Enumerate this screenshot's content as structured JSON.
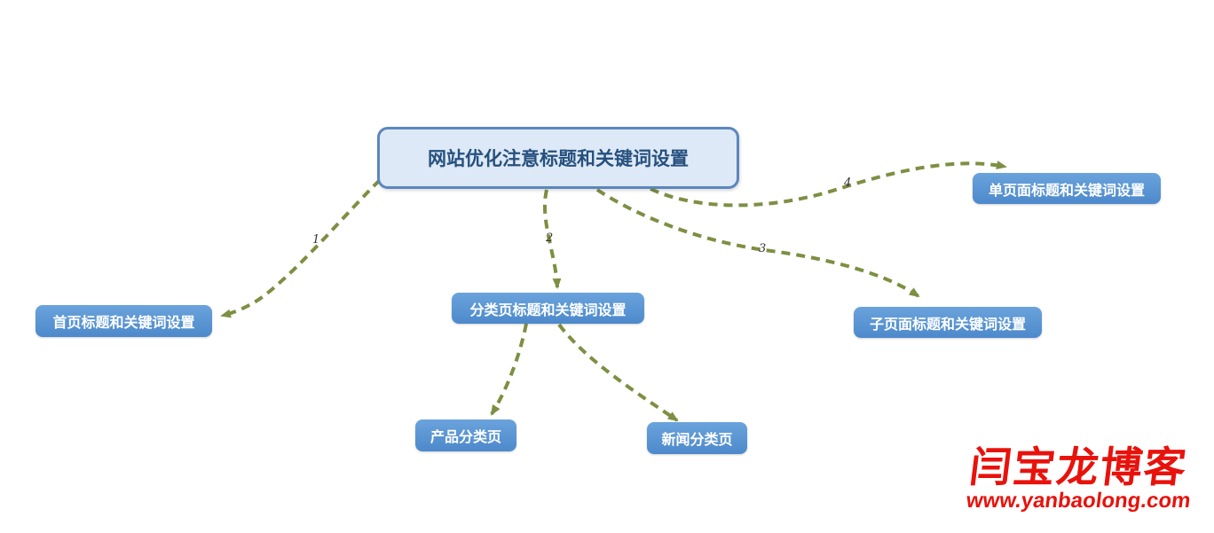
{
  "diagram": {
    "title": "网站优化注意标题和关键词设置",
    "root": {
      "label": "网站优化注意标题和关键词设置"
    },
    "nodes": [
      {
        "id": "homepage",
        "label": "首页标题和关键词设置"
      },
      {
        "id": "category",
        "label": "分类页标题和关键词设置"
      },
      {
        "id": "subpage",
        "label": "子页面标题和关键词设置"
      },
      {
        "id": "singlepage",
        "label": "单页面标题和关键词设置"
      },
      {
        "id": "product",
        "label": "产品分类页"
      },
      {
        "id": "news",
        "label": "新闻分类页"
      }
    ],
    "connectors": [
      {
        "from": "root",
        "to": "homepage",
        "label": "1"
      },
      {
        "from": "root",
        "to": "category",
        "label": "2"
      },
      {
        "from": "root",
        "to": "subpage",
        "label": "3"
      },
      {
        "from": "root",
        "to": "singlepage",
        "label": "4"
      },
      {
        "from": "category",
        "to": "product",
        "label": ""
      },
      {
        "from": "category",
        "to": "news",
        "label": ""
      }
    ]
  },
  "watermark": {
    "name": "闫宝龙博客",
    "url": "www.yanbaolong.com"
  },
  "colors": {
    "node_fill_top": "#6aa3dc",
    "node_fill_bottom": "#4d89cb",
    "root_fill": "#dde9f6",
    "root_border": "#5b87bf",
    "root_text": "#26507e",
    "node_text": "#ffffff",
    "line_green": "#7d8f42",
    "label_color": "#333333",
    "logo_red": "#e8120c",
    "bg": "#ffffff"
  }
}
